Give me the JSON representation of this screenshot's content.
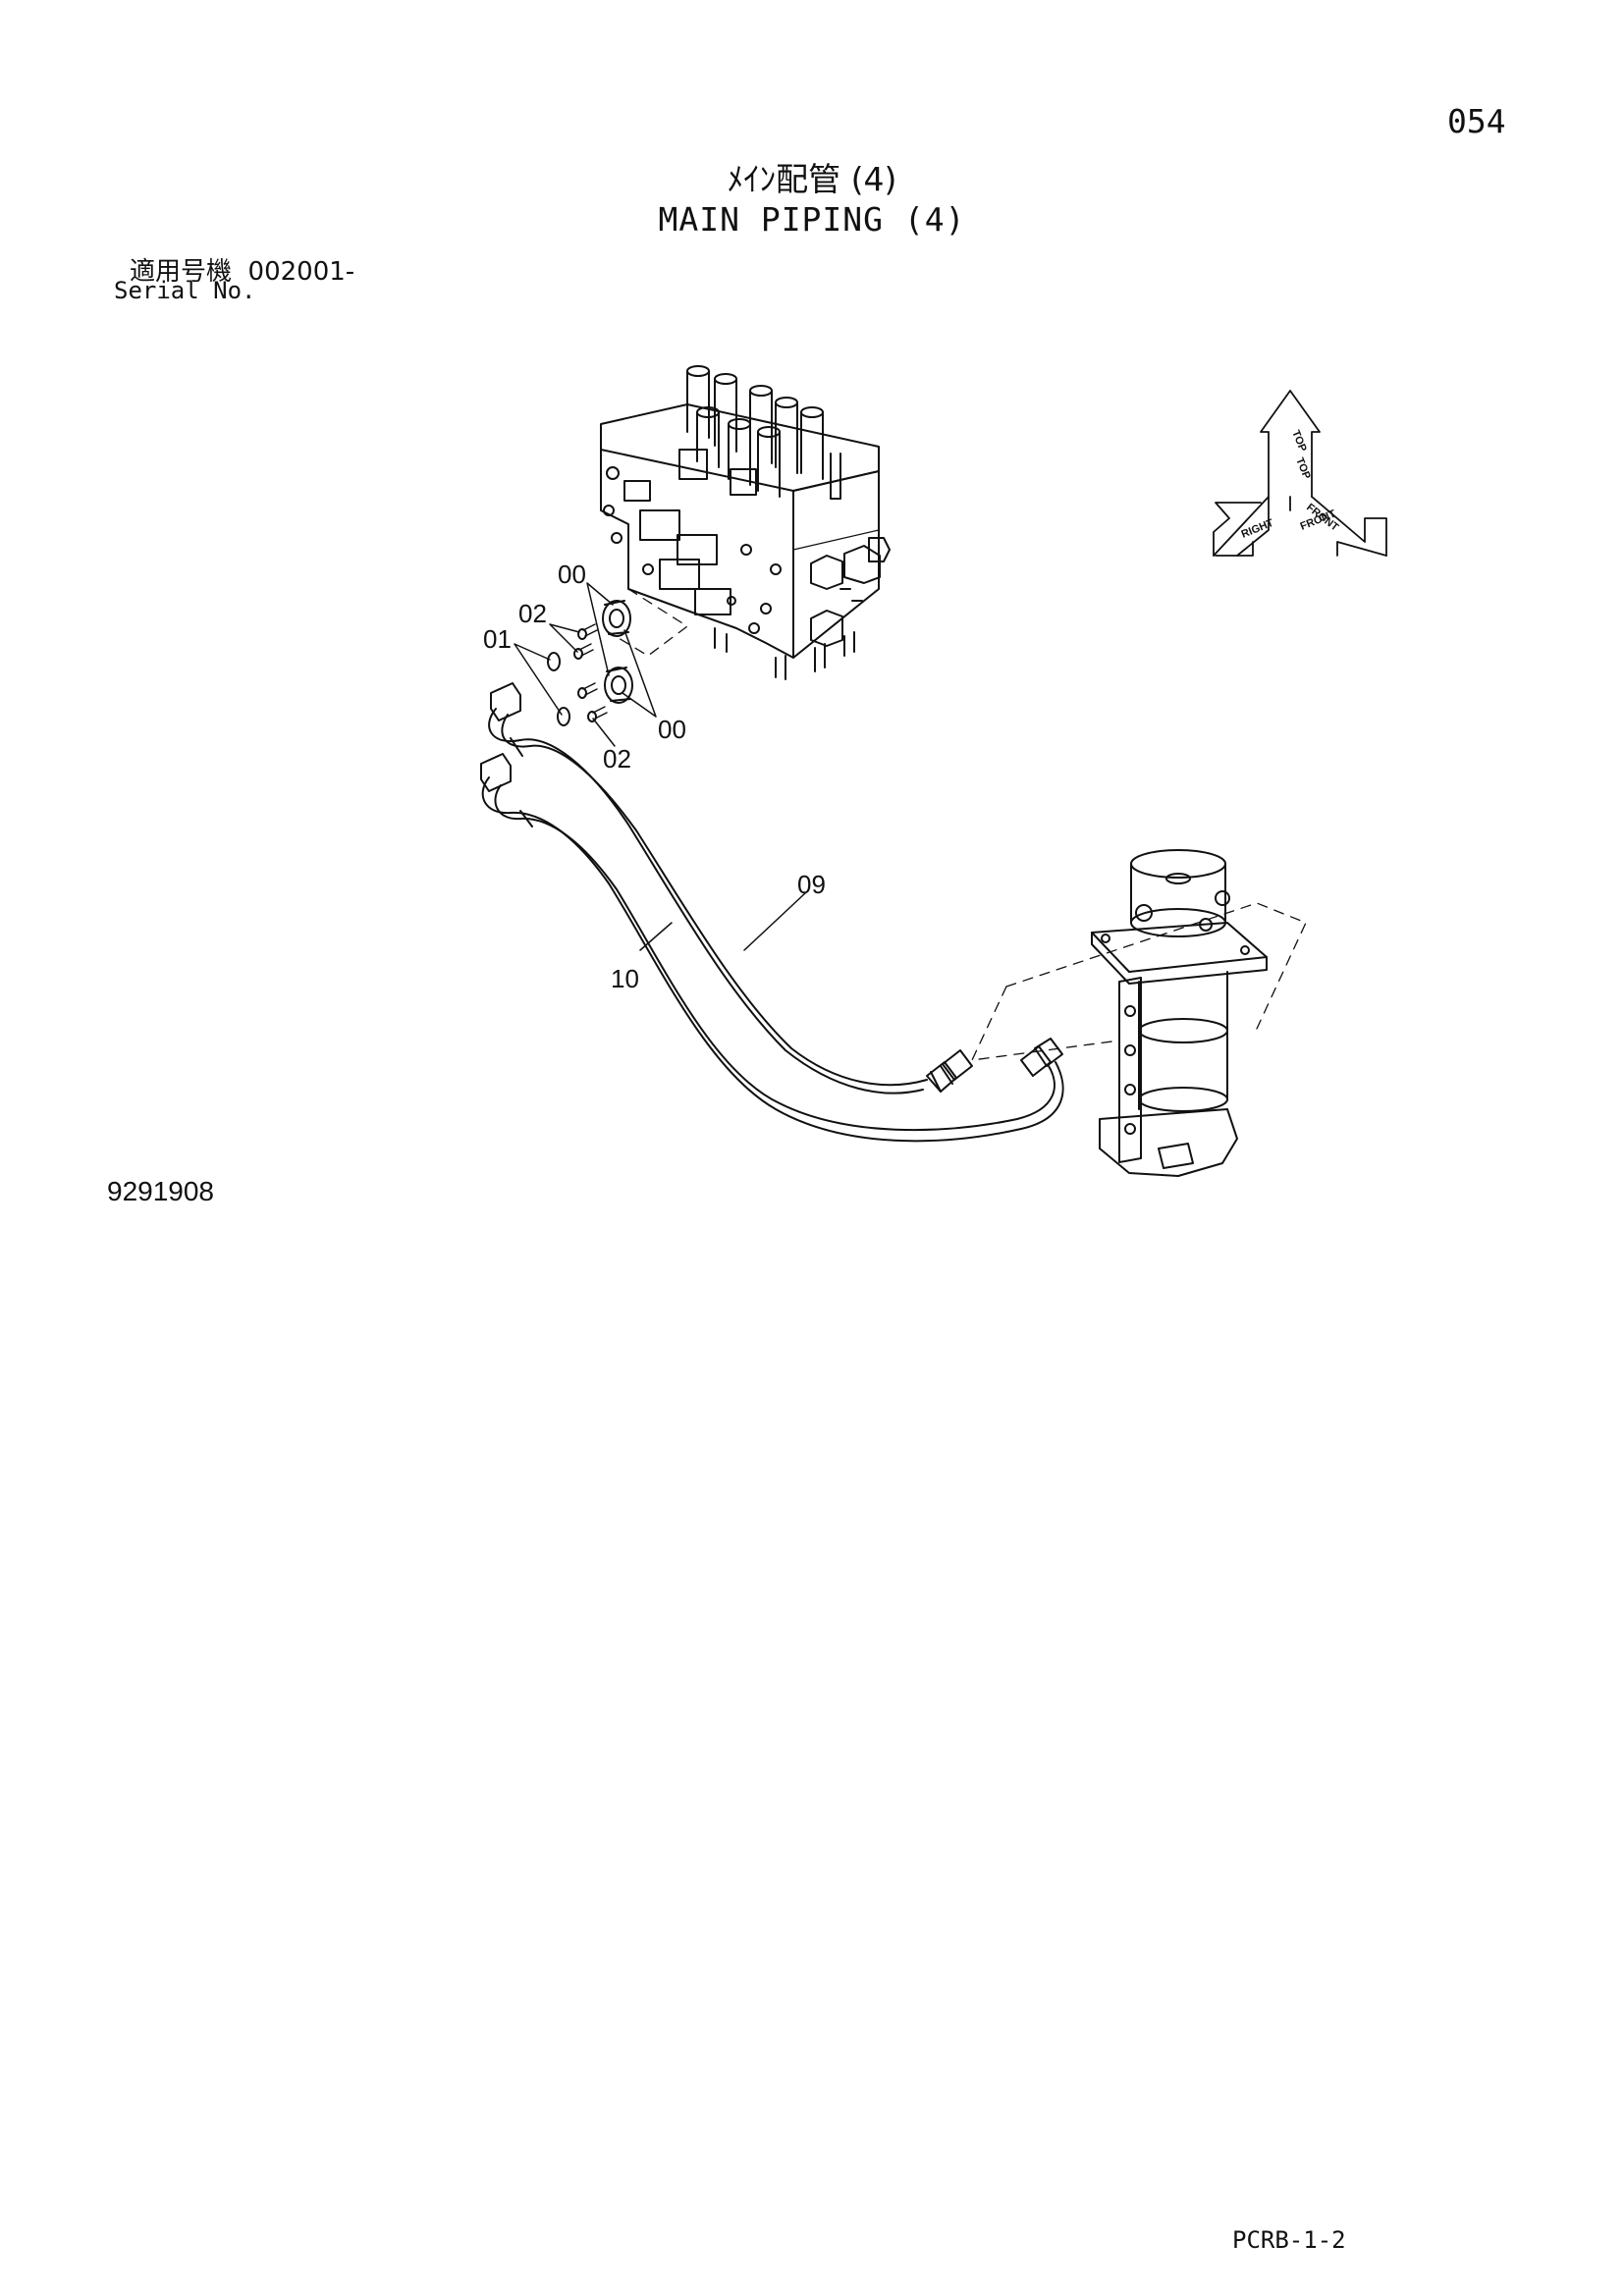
{
  "header": {
    "page_number": "054",
    "title_jp": "ﾒｲﾝ配管 (4)",
    "title_en": "MAIN PIPING (4)",
    "serial_label_jp": "適用号機",
    "serial_value": "002001-",
    "serial_label_en": "Serial No."
  },
  "callouts": {
    "c00a": "00",
    "c02a": "02",
    "c01": "01",
    "c00b": "00",
    "c02b": "02",
    "c09": "09",
    "c10": "10"
  },
  "orientation": {
    "top1": "TOP",
    "top2": "TOP",
    "right": "RIGHT",
    "front1": "FRONT",
    "front2": "FRONT"
  },
  "footer": {
    "drawing_number": "9291908",
    "page_code": "PCRB-1-2"
  }
}
